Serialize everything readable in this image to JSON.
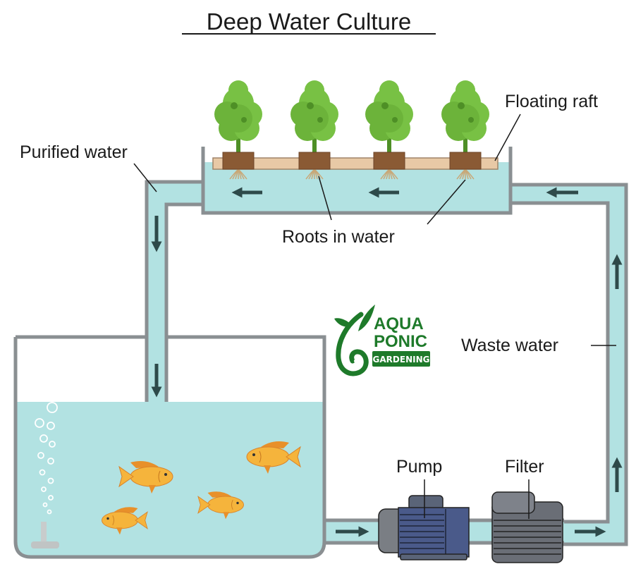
{
  "title": "Deep Water Culture",
  "labels": {
    "floating_raft": "Floating raft",
    "purified_water": "Purified water",
    "roots_in_water": "Roots in water",
    "waste_water": "Waste water",
    "pump": "Pump",
    "filter": "Filter"
  },
  "logo": {
    "line1": "AQUA",
    "line2": "PONIC",
    "badge": "GARDENING"
  },
  "colors": {
    "water": "#b2e2e2",
    "pipe_wall": "#8a8f92",
    "arrow": "#2e4a4a",
    "plant": "#6cb33a",
    "plant_dark": "#4e8f26",
    "pot": "#8a5a34",
    "raft": "#e8c9a6",
    "fish": "#f5b43c",
    "logo_green": "#1e7a2a",
    "pump_body": "#4a5a8a",
    "filter_body": "#6a6e76"
  },
  "plants_count": 4,
  "fish_count": 4
}
